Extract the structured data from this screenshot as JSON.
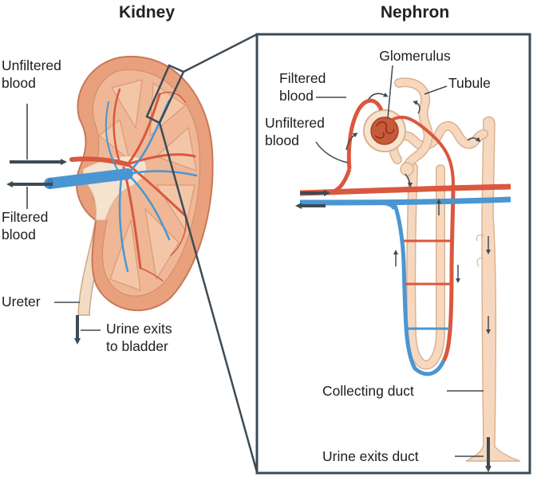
{
  "titles": {
    "kidney": "Kidney",
    "nephron": "Nephron"
  },
  "kidney_labels": {
    "unfiltered_blood": [
      "Unfiltered",
      "blood"
    ],
    "filtered_blood": [
      "Filtered",
      "blood"
    ],
    "ureter": "Ureter",
    "urine_exits": [
      "Urine exits",
      "to bladder"
    ]
  },
  "nephron_labels": {
    "glomerulus": "Glomerulus",
    "tubule": "Tubule",
    "filtered_blood": [
      "Filtered",
      "blood"
    ],
    "unfiltered_blood": [
      "Unfiltered",
      "blood"
    ],
    "collecting_duct": "Collecting duct",
    "urine_exits_duct": "Urine exits duct"
  },
  "colors": {
    "artery": "#d9583e",
    "vein": "#4a96d2",
    "kidney_outer": "#e9a07d",
    "kidney_inner": "#f3c6a8",
    "tubule_fill": "#f7d8bf",
    "frame": "#3d4b55",
    "arrow": "#3d4b55"
  }
}
